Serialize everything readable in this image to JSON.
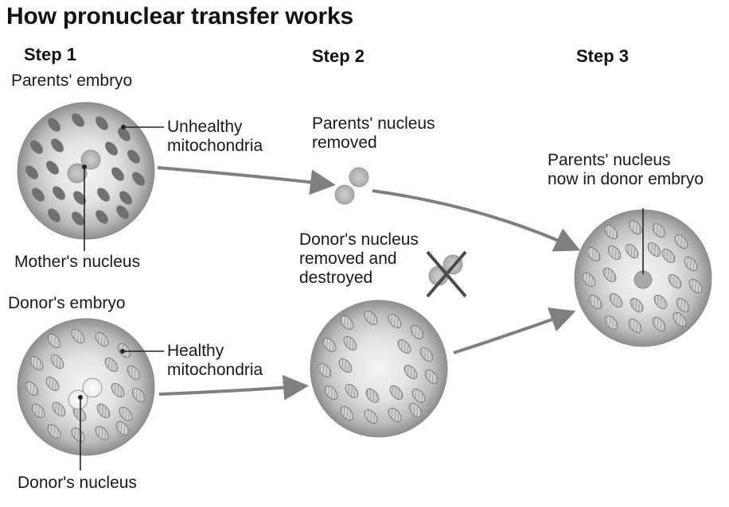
{
  "title": "How pronuclear transfer works",
  "steps": {
    "step1": "Step 1",
    "step2": "Step 2",
    "step3": "Step 3"
  },
  "labels": {
    "parents_embryo": "Parents' embryo",
    "unhealthy_mito": "Unhealthy\nmitochondria",
    "mothers_nucleus": "Mother's nucleus",
    "donors_embryo": "Donor's embryo",
    "healthy_mito": "Healthy\nmitochondria",
    "donors_nucleus": "Donor's nucleus",
    "parents_nucleus_removed": "Parents' nucleus\nremoved",
    "donors_nucleus_removed": "Donor's nucleus\nremoved and\ndestroyed",
    "parents_nucleus_now": "Parents' nucleus\nnow in donor embryo"
  },
  "colors": {
    "embryo_outer": "#8e8e8e",
    "embryo_inner": "#f2f2f2",
    "unhealthy_mito": "#707070",
    "healthy_mito": "#7a7a7a",
    "nucleus": "#b4b4b4",
    "arrow": "#7f7f7f",
    "line": "#222222"
  },
  "icons": {
    "destroyed_marker": "cross-icon"
  }
}
